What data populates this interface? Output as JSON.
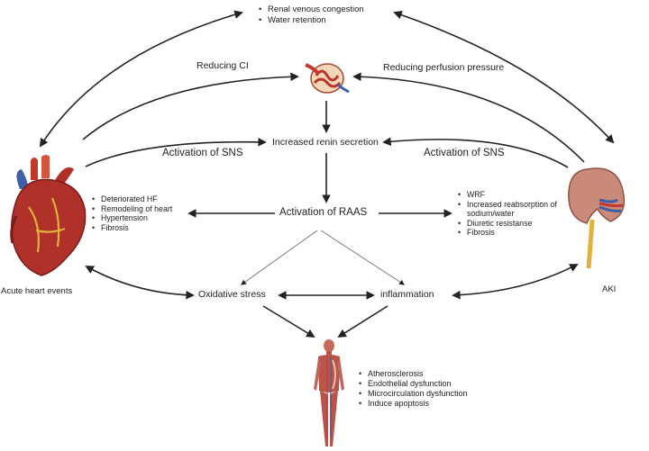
{
  "top_effects": [
    "Renal venous congestion",
    "Water retention"
  ],
  "labels": {
    "reducing_ci": "Reducing CI",
    "reducing_perfusion": "Reducing perfusion pressure",
    "renin": "Increased renin secretion",
    "sns_left": "Activation of SNS",
    "sns_right": "Activation of SNS",
    "raas": "Activation of RAAS",
    "oxidative": "Oxidative stress",
    "inflammation": "inflammation",
    "heart_events": "Acute heart events",
    "aki": "AKI"
  },
  "heart_effects": [
    "Deteriorated HF",
    "Remodeling of heart",
    "Hypertension",
    "Fibrosis"
  ],
  "kidney_effects": [
    "WRF",
    "Increased reabsorption of",
    "sodium/water",
    "Diuretic resistanse",
    "Fibrosis"
  ],
  "body_effects": [
    "Atherosclerosis",
    "Endothelial dysfunction",
    "Microcirculation dysfunction",
    "Induce apoptosis"
  ],
  "colors": {
    "arrow": "#222222",
    "heart_red": "#b0302a",
    "heart_dark": "#7a1c18",
    "kidney": "#c98a7a",
    "vessel_blue": "#3d5fa8",
    "ureter_yellow": "#e0b23c",
    "skin": "#e8c3a8",
    "muscle": "#b8544a"
  },
  "icons": [
    "heart-icon",
    "kidney-icon",
    "glomerulus-icon",
    "human-body-icon"
  ]
}
